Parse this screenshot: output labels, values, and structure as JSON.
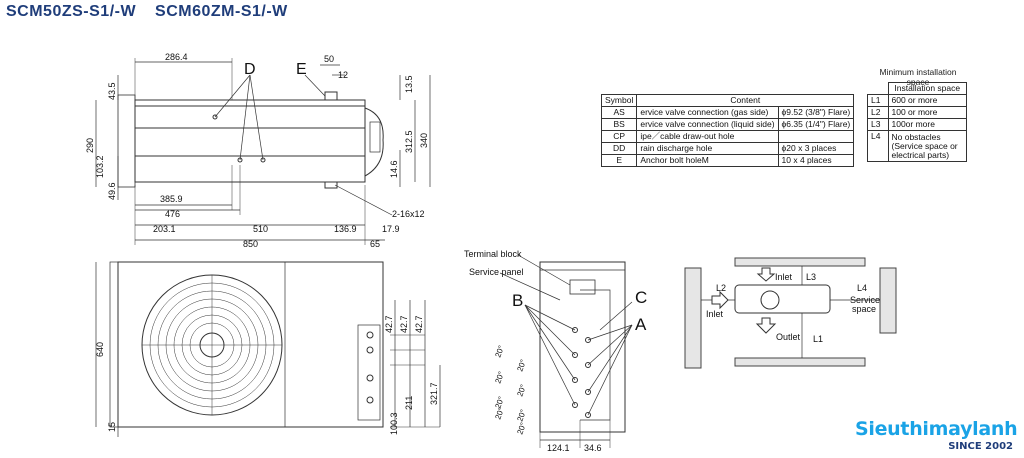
{
  "title": {
    "model1": "SCM50ZS-S1/-W",
    "model2": "SCM60ZM-S1/-W"
  },
  "top_view": {
    "dims": [
      "286.4",
      "43.5",
      "290",
      "103.2",
      "49.6",
      "385.9",
      "476",
      "510",
      "203.1",
      "850",
      "136.9",
      "17.9",
      "65",
      "50",
      "12",
      "13.5",
      "312.5",
      "340",
      "14.6",
      "2-16x12"
    ],
    "letters": [
      "D",
      "E"
    ]
  },
  "front_view": {
    "dims": [
      "640",
      "15",
      "42.7",
      "42.7",
      "42.7",
      "211",
      "321.7",
      "100.3"
    ]
  },
  "side_view": {
    "labels": [
      "Terminal block",
      "Service panel"
    ],
    "letters": [
      "B",
      "C",
      "A"
    ],
    "dims": [
      "20°",
      "20°",
      "20°",
      "20°",
      "20°",
      "20°",
      "20°",
      "20°",
      "124.1",
      "34.6"
    ]
  },
  "symbol_table": {
    "headers": [
      "Symbol",
      "Content"
    ],
    "rows": [
      {
        "symbol": "AS",
        "content": "ervice valve connection (gas side)",
        "spec": "ϕ9.52 (3/8\") Flare)"
      },
      {
        "symbol": "BS",
        "content": "ervice valve connection (liquid side)",
        "spec": "ϕ6.35 (1/4\") Flare)"
      },
      {
        "symbol": "CP",
        "content": "ipe／cable draw-out hole",
        "spec": ""
      },
      {
        "symbol": "DD",
        "content": "rain discharge hole",
        "spec": "ϕ20 x 3 places"
      },
      {
        "symbol": "E",
        "content": "Anchor bolt holeM",
        "spec": "10 x 4 places"
      }
    ]
  },
  "min_table": {
    "caption": "Minimum installation space",
    "header": "Installation space",
    "rows": [
      {
        "k": "L1",
        "v": "600 or more"
      },
      {
        "k": "L2",
        "v": "100 or more"
      },
      {
        "k": "L3",
        "v": "100or more"
      },
      {
        "k": "L4",
        "v": "No obstacles (Service space or electrical parts)"
      }
    ]
  },
  "install_diagram": {
    "labels": [
      "Inlet",
      "L3",
      "L4",
      "L2",
      "Inlet",
      "Outlet",
      "L1",
      "Service",
      "space"
    ]
  },
  "logo": {
    "brand": "Sieuthimaylanh",
    "since": "SINCE 2002",
    "color": "#1aa3e6"
  }
}
